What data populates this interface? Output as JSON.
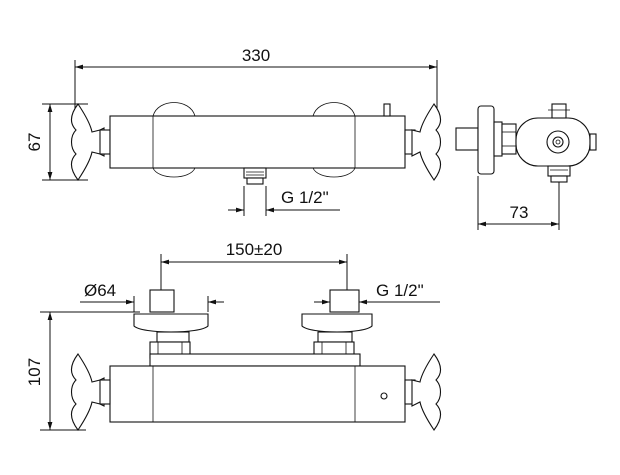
{
  "dimensions": {
    "overall_length": "330",
    "height_top_view": "67",
    "outlet_thread_top": "G 1/2\"",
    "side_depth": "73",
    "inlet_spacing": "150±20",
    "flange_diameter": "Ø64",
    "inlet_thread": "G 1/2\"",
    "height_front_view": "107"
  }
}
